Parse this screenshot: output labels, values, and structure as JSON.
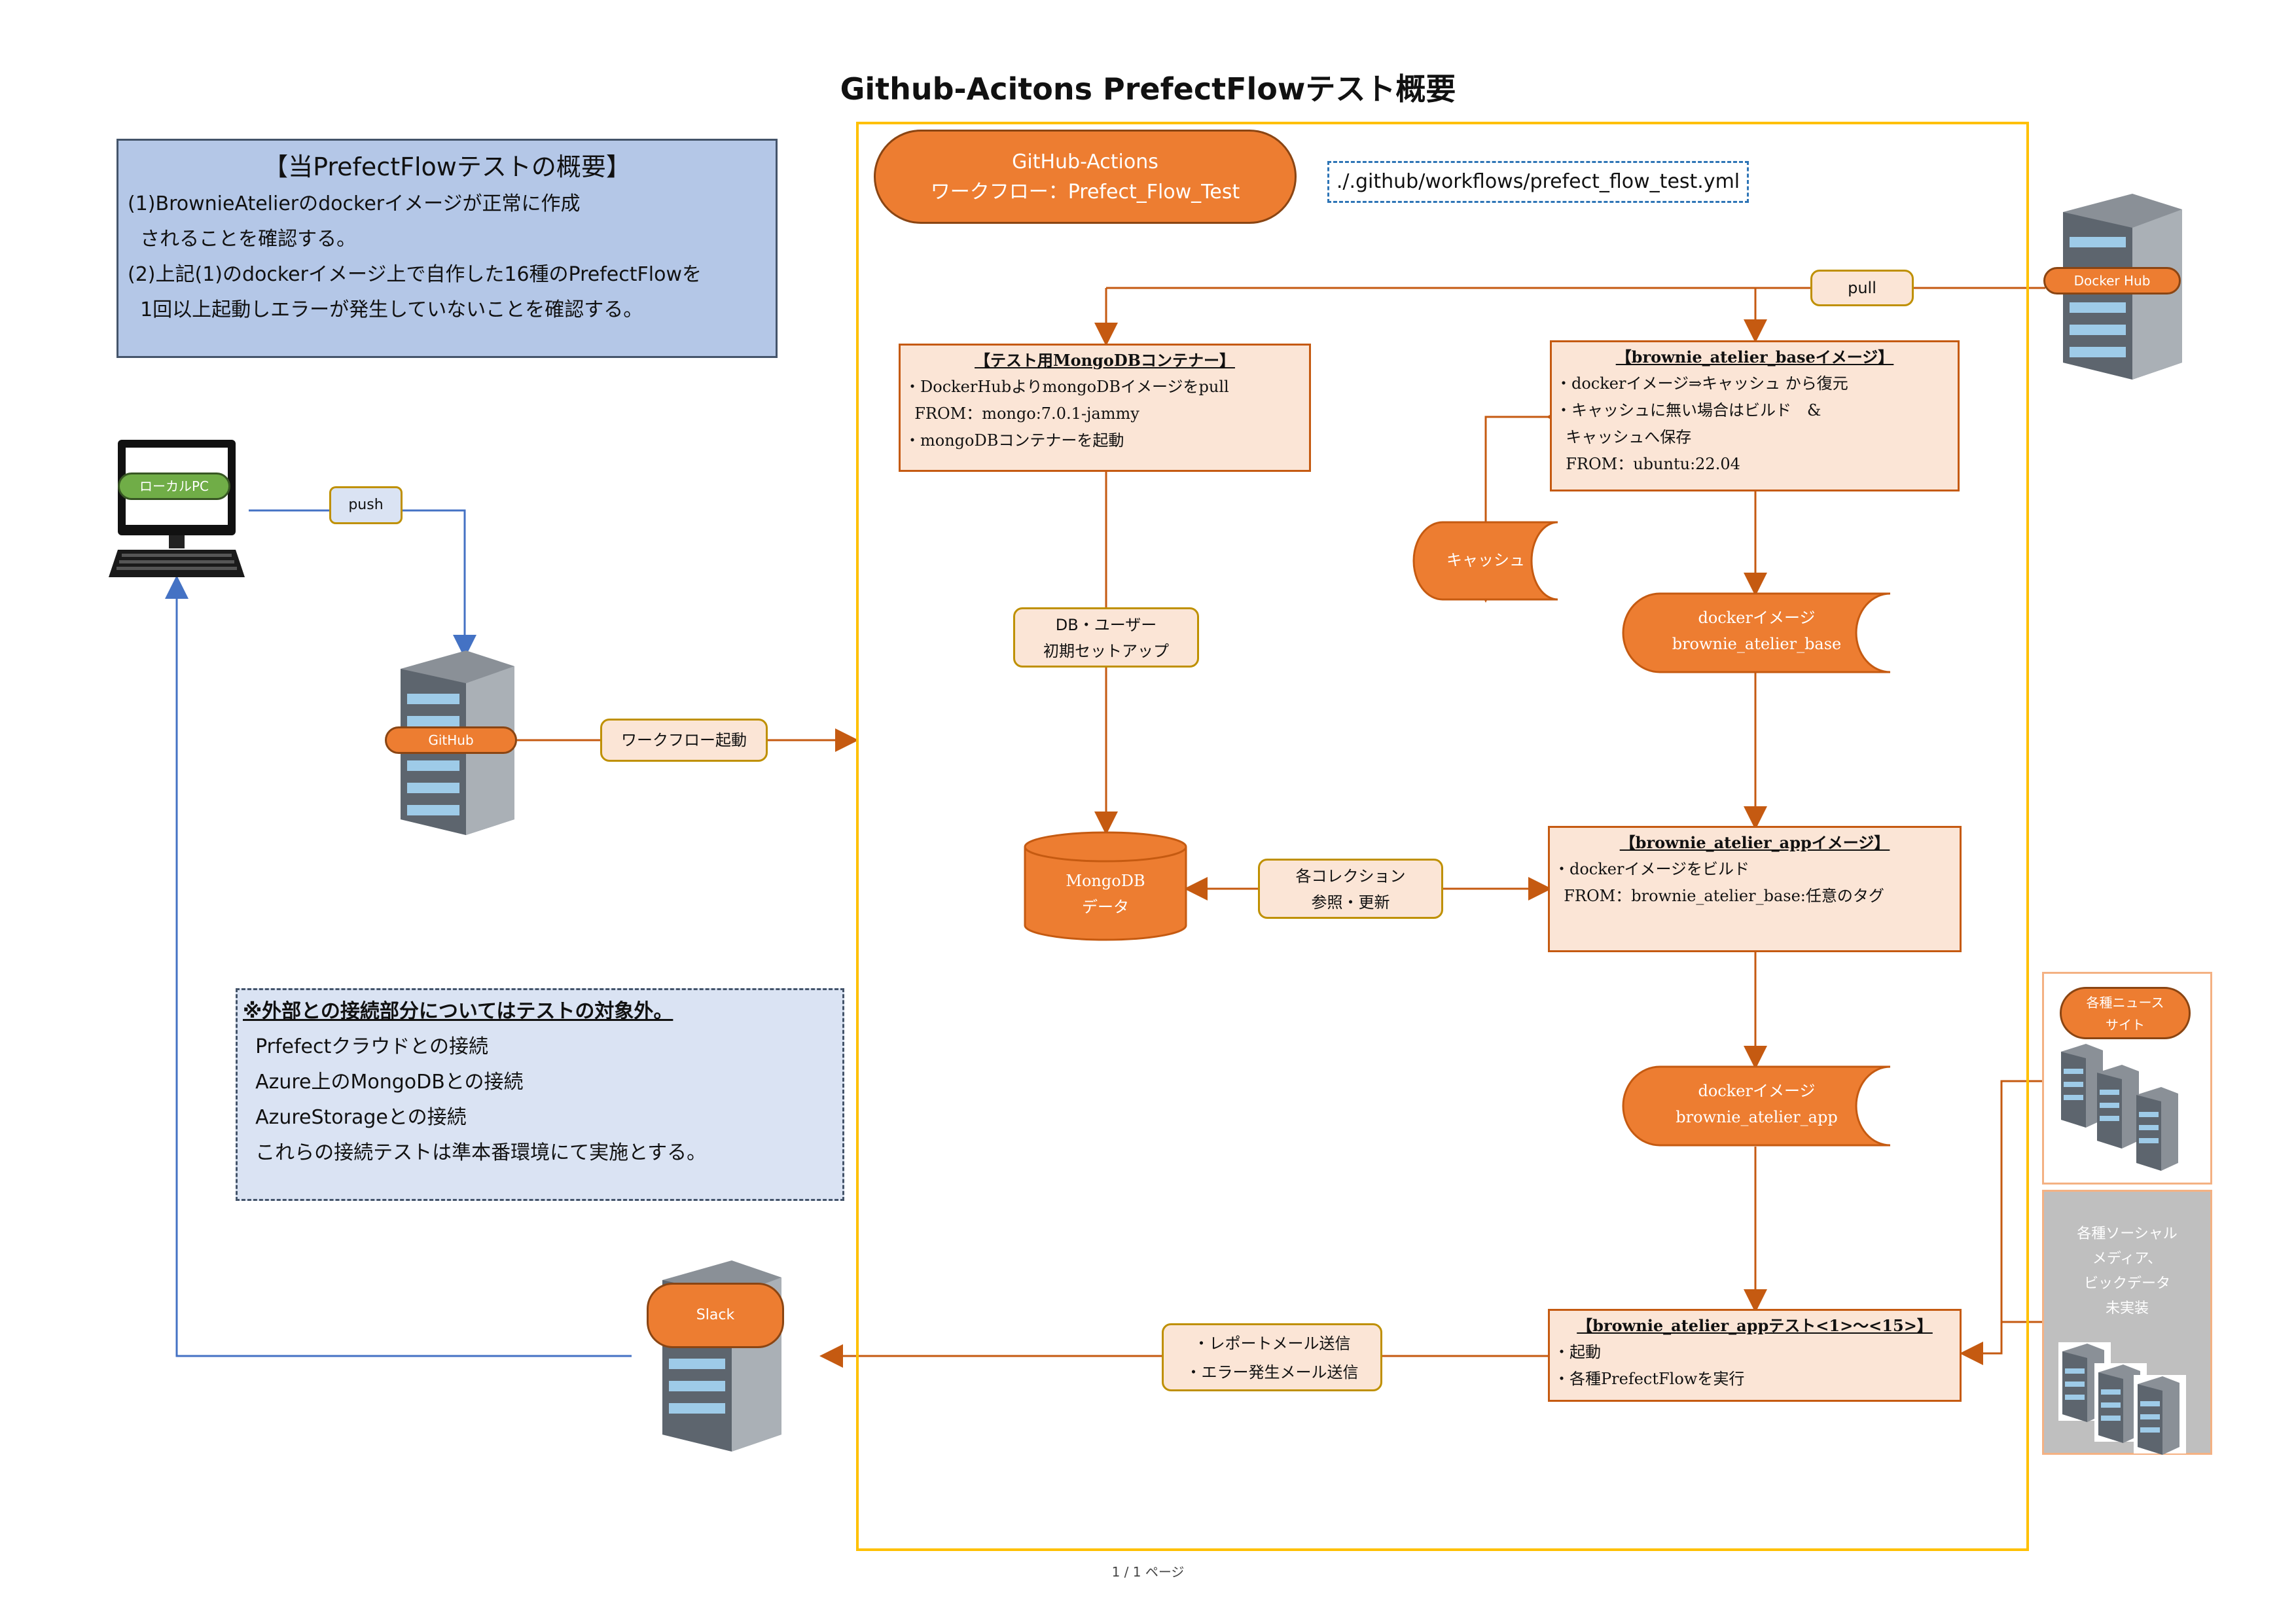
{
  "title": "Github-Acitons PrefectFlowテスト概要",
  "summary": {
    "heading": "【当PrefectFlowテストの概要】",
    "lines": [
      "(1)BrownieAtelierのdockerイメージが正常に作成",
      "  されることを確認する。",
      "(2)上記(1)のdockerイメージ上で自作した16種のPrefectFlowを",
      "  1回以上起動しエラーが発生していないことを確認する。"
    ]
  },
  "note": {
    "heading": "※外部との接続部分についてはテストの対象外。",
    "lines": [
      "  Prfefectクラウドとの接続",
      "  Azure上のMongoDBとの接続",
      "  AzureStorageとの接続",
      "  これらの接続テストは準本番環境にて実施とする。"
    ]
  },
  "actions": {
    "line1": "GitHub-Actions",
    "line2": "ワークフロー：Prefect_Flow_Test"
  },
  "workflow_file": "./.github/workflows/prefect_flow_test.yml",
  "local_pc": {
    "label": "ローカルPC"
  },
  "push_label": "push",
  "github_label": "GitHub",
  "workflow_trigger_label": "ワークフロー起動",
  "docker_hub_label": "Docker Hub",
  "pull_label": "pull",
  "mongo_container": {
    "heading": "【テスト用MongoDBコンテナー】",
    "lines": [
      "・DockerHubよりmongoDBイメージをpull",
      "  FROM：mongo:7.0.1-jammy",
      "・mongoDBコンテナーを起動"
    ]
  },
  "db_setup": {
    "line1": "DB・ユーザー",
    "line2": "初期セットアップ"
  },
  "mongodb_data": {
    "line1": "MongoDB",
    "line2": "データ"
  },
  "collections": {
    "line1": "各コレクション",
    "line2": "参照・更新"
  },
  "base_image": {
    "heading": "【brownie_atelier_baseイメージ】",
    "lines": [
      "・dockerイメージ⇒キャッシュ から復元",
      "・キャッシュに無い場合はビルド　&",
      "  キャッシュへ保存",
      "  FROM：ubuntu:22.04"
    ]
  },
  "cache_label": "キャッシュ",
  "base_store": {
    "line1": "dockerイメージ",
    "line2": "brownie_atelier_base"
  },
  "app_image": {
    "heading": "【brownie_atelier_appイメージ】",
    "lines": [
      "・dockerイメージをビルド",
      "  FROM：brownie_atelier_base:任意のタグ"
    ]
  },
  "app_store": {
    "line1": "dockerイメージ",
    "line2": "brownie_atelier_app"
  },
  "app_test": {
    "heading": "【brownie_atelier_appテスト<1>～<15>】",
    "lines": [
      "・起動",
      "・各種PrefectFlowを実行"
    ]
  },
  "report": {
    "line1": "・レポートメール送信",
    "line2": "・エラー発生メール送信"
  },
  "slack_label": "Slack",
  "news_sites": {
    "line1": "各種ニュース",
    "line2": "サイト"
  },
  "social_media": {
    "lines": [
      "各種ソーシャル",
      "メディア、",
      "ビックデータ",
      "未実装"
    ]
  },
  "footer": "1 / 1 ページ",
  "colors": {
    "accent_orange": "#ed7d31",
    "peach_fill": "#fbe5d6",
    "frame_yellow": "#ffc000",
    "summary_blue": "#b4c7e7",
    "note_blue": "#dae3f3",
    "arrow_blue": "#4472c4",
    "arrow_orange": "#c55a11"
  },
  "icons": [
    "computer-icon",
    "server-icon",
    "cache-storage-icon",
    "database-icon"
  ]
}
